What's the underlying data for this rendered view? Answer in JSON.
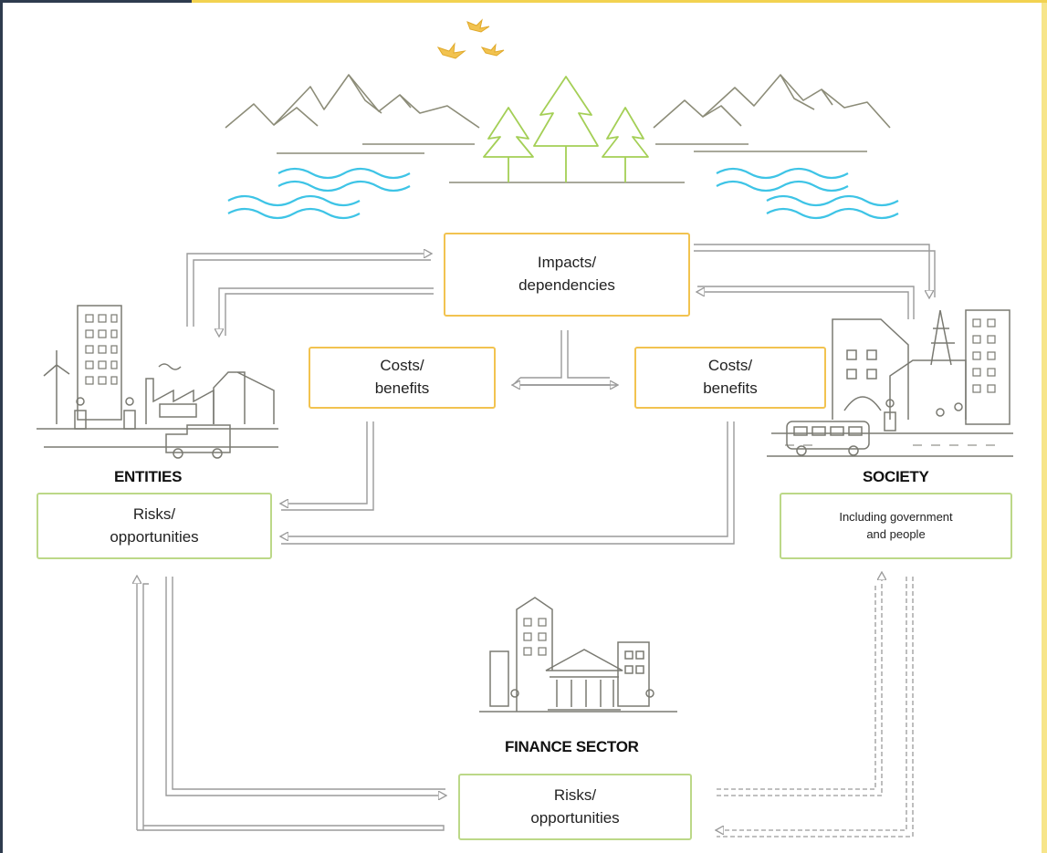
{
  "nodes": {
    "impacts": "Impacts/\ndependencies",
    "costs_left": "Costs/\nbenefits",
    "costs_right": "Costs/\nbenefits",
    "risks_entities": "Risks/\nopportunities",
    "society_note": "Including government\nand people",
    "risks_finance": "Risks/\nopportunities"
  },
  "labels": {
    "entities": "ENTITIES",
    "society": "SOCIETY",
    "finance": "FINANCE SECTOR"
  },
  "colors": {
    "orange_border": "#f2c350",
    "green_border": "#bcd888",
    "arrow": "#9a9a9a",
    "water": "#3ec4e6",
    "tree": "#a4cf56",
    "mountain": "#8c8c78",
    "bird": "#f2c350",
    "building": "#7a7a72"
  }
}
